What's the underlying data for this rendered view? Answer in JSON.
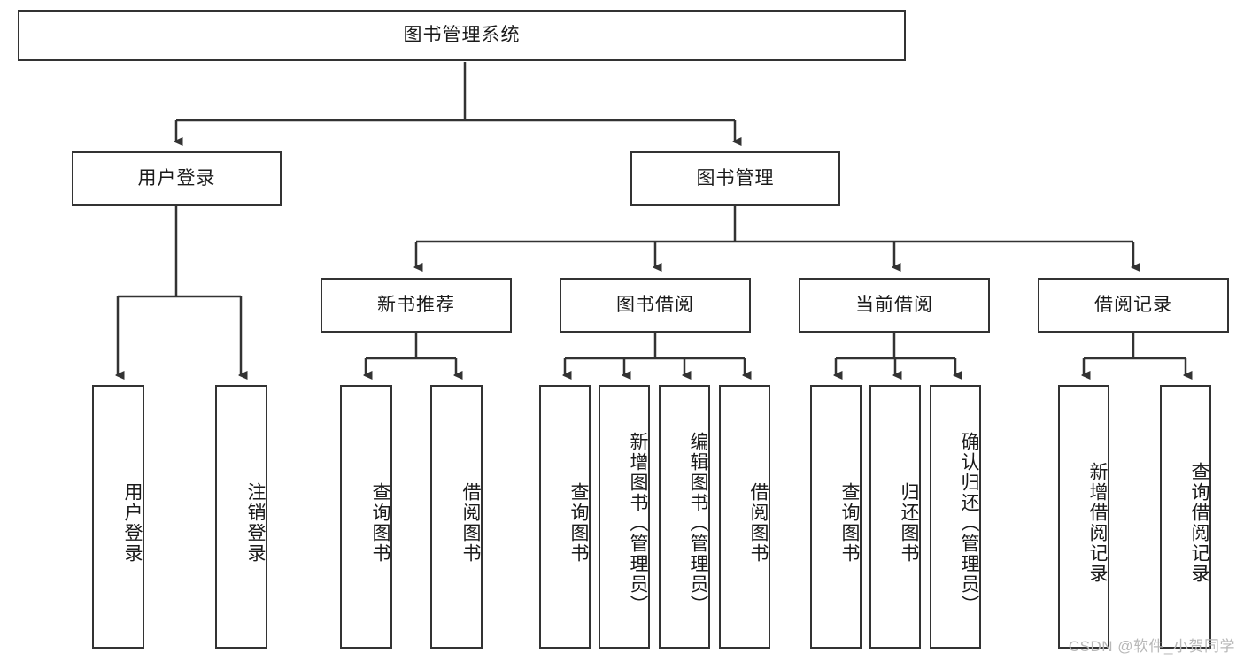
{
  "diagram": {
    "title": "图书管理系统",
    "root": {
      "id": "root",
      "label": "图书管理系统"
    },
    "level1": [
      {
        "id": "user-login",
        "label": "用户登录"
      },
      {
        "id": "book-management",
        "label": "图书管理"
      }
    ],
    "level2": [
      {
        "id": "new-book-recommend",
        "label": "新书推荐"
      },
      {
        "id": "book-borrow",
        "label": "图书借阅"
      },
      {
        "id": "current-borrow",
        "label": "当前借阅"
      },
      {
        "id": "borrow-record",
        "label": "借阅记录"
      }
    ],
    "leaves": {
      "user_login": [
        {
          "id": "leaf-user-login",
          "label": "用户登录"
        },
        {
          "id": "leaf-logout",
          "label": "注销登录"
        }
      ],
      "new_book_recommend": [
        {
          "id": "leaf-query-book-1",
          "label": "查询图书"
        },
        {
          "id": "leaf-borrow-book-1",
          "label": "借阅图书"
        }
      ],
      "book_borrow": [
        {
          "id": "leaf-query-book-2",
          "label": "查询图书"
        },
        {
          "id": "leaf-add-book",
          "label": "新增图书（管理员）"
        },
        {
          "id": "leaf-edit-book",
          "label": "编辑图书（管理员）"
        },
        {
          "id": "leaf-borrow-book-2",
          "label": "借阅图书"
        }
      ],
      "current_borrow": [
        {
          "id": "leaf-query-book-3",
          "label": "查询图书"
        },
        {
          "id": "leaf-return-book",
          "label": "归还图书"
        },
        {
          "id": "leaf-confirm-return",
          "label": "确认归还（管理员）"
        }
      ],
      "borrow_record": [
        {
          "id": "leaf-add-record",
          "label": "新增借阅记录"
        },
        {
          "id": "leaf-query-record",
          "label": "查询借阅记录"
        }
      ]
    },
    "watermark": "CSDN @软件_小贺同学",
    "colors": {
      "stroke": "#333333",
      "text": "#1a1a1a",
      "background": "#ffffff",
      "watermark": "#b8b8b8"
    }
  }
}
